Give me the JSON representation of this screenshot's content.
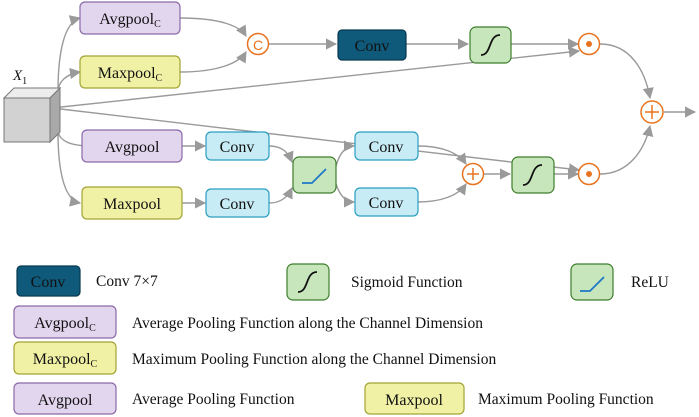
{
  "colors": {
    "avgpool_fill": "#e2d5ee",
    "avgpool_stroke": "#8a6aa8",
    "maxpool_fill": "#f1f1a6",
    "maxpool_stroke": "#a4a434",
    "conv_fill": "#c8ecf6",
    "conv_stroke": "#2a9ec0",
    "conv7_fill": "#0f5a7a",
    "conv7_stroke": "#073a50",
    "act_fill": "#c7e6bb",
    "act_stroke": "#3d7d2c",
    "op_stroke": "#e8731e",
    "arrow": "#9a9a9a",
    "relu_line": "#1e78c8"
  },
  "input": {
    "label": "X",
    "subscript": "1"
  },
  "top_branch": {
    "avgpool_c": {
      "main": "Avgpool",
      "sub": "C"
    },
    "maxpool_c": {
      "main": "Maxpool",
      "sub": "C"
    },
    "concat_symbol": "C",
    "conv_label": "Conv",
    "sigmoid_icon": "sigmoid-icon",
    "multiply_icon": "multiply-dot-icon"
  },
  "bottom_branch": {
    "avgpool_label": "Avgpool",
    "maxpool_label": "Maxpool",
    "conv_a_label": "Conv",
    "conv_b_label": "Conv",
    "relu_icon": "relu-icon",
    "conv_c_label": "Conv",
    "conv_d_label": "Conv",
    "add_icon": "plus-icon",
    "sigmoid_icon": "sigmoid-icon",
    "multiply_icon": "multiply-dot-icon"
  },
  "output": {
    "add_icon": "plus-icon"
  },
  "legend": {
    "conv_key": "Conv",
    "conv_desc": "Conv 7×7",
    "sigmoid_desc": "Sigmoid Function",
    "relu_desc": "ReLU",
    "avgpool_c_key": {
      "main": "Avgpool",
      "sub": "C"
    },
    "avgpool_c_desc": "Average Pooling Function along the Channel Dimension",
    "maxpool_c_key": {
      "main": "Maxpool",
      "sub": "C"
    },
    "maxpool_c_desc": "Maximum Pooling Function along the Channel Dimension",
    "avgpool_key": "Avgpool",
    "avgpool_desc": "Average Pooling Function",
    "maxpool_key": "Maxpool",
    "maxpool_desc": "Maximum Pooling Function"
  }
}
